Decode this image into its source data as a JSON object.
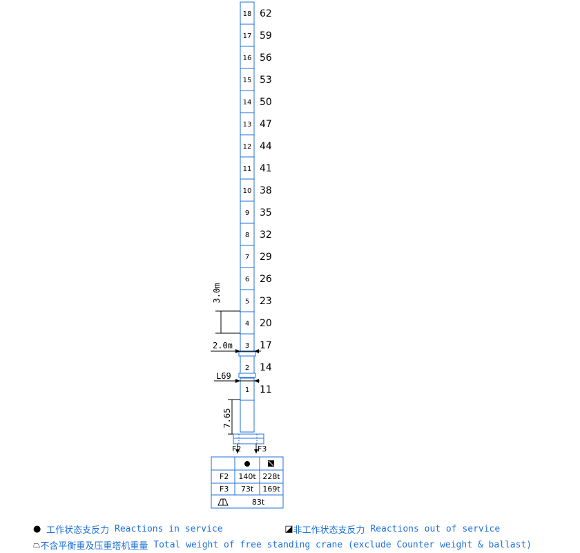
{
  "tower": {
    "sections": [
      {
        "num": "1",
        "height": "11"
      },
      {
        "num": "2",
        "height": "14"
      },
      {
        "num": "3",
        "height": "17"
      },
      {
        "num": "4",
        "height": "20"
      },
      {
        "num": "5",
        "height": "23"
      },
      {
        "num": "6",
        "height": "26"
      },
      {
        "num": "7",
        "height": "29"
      },
      {
        "num": "8",
        "height": "32"
      },
      {
        "num": "9",
        "height": "35"
      },
      {
        "num": "10",
        "height": "38"
      },
      {
        "num": "11",
        "height": "41"
      },
      {
        "num": "12",
        "height": "44"
      },
      {
        "num": "13",
        "height": "47"
      },
      {
        "num": "14",
        "height": "50"
      },
      {
        "num": "15",
        "height": "53"
      },
      {
        "num": "16",
        "height": "56"
      },
      {
        "num": "17",
        "height": "59"
      },
      {
        "num": "18",
        "height": "62"
      }
    ]
  },
  "dimensions": {
    "section_height": "3.0m",
    "section_width": "2.0m",
    "mast_type": "L69",
    "base_height": "7.65"
  },
  "reactions": {
    "f2_label": "F2",
    "f3_label": "F3",
    "table": {
      "rows": [
        {
          "label": "F2",
          "in_service": "140t",
          "out_of_service": "228t"
        },
        {
          "label": "F3",
          "in_service": "73t",
          "out_of_service": "169t"
        }
      ],
      "total_weight": "83t"
    }
  },
  "legend": {
    "in_service_cn": "工作状态支反力",
    "in_service_en": "Reactions in service",
    "out_service_cn": "非工作状态支反力",
    "out_service_en": "Reactions out of service",
    "total_cn": "不含平衡重及压重塔机重量",
    "total_en": "Total weight of free standing crane (exclude Counter weight & ballast)"
  },
  "colors": {
    "line": "#1e6fd9",
    "dim": "#000000",
    "text": "#000000"
  }
}
